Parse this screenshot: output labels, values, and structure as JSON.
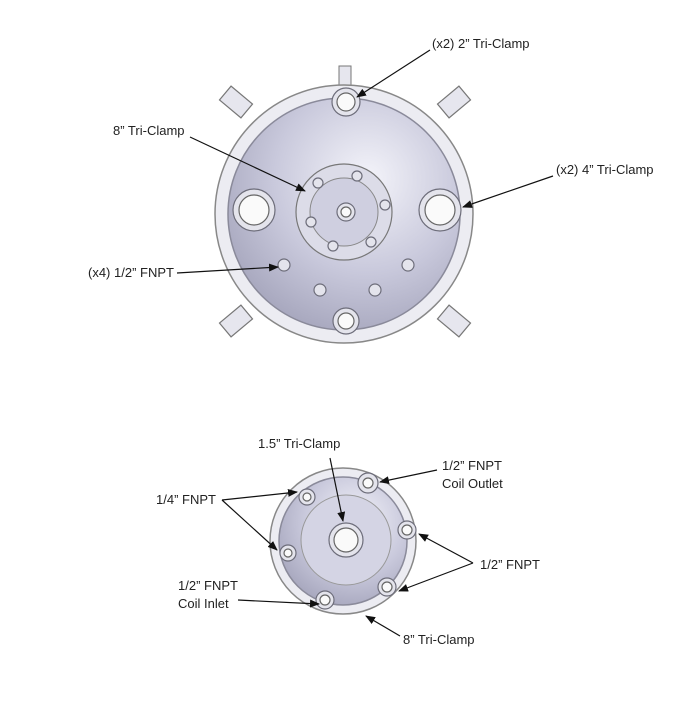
{
  "top_view": {
    "labels": {
      "two_inch_tc": "(x2) 2” Tri-Clamp",
      "eight_inch_tc": "8” Tri-Clamp",
      "four_inch_tc": "(x2) 4” Tri-Clamp",
      "half_fnpt": "(x4) 1/2” FNPT"
    }
  },
  "bottom_view": {
    "labels": {
      "one_half_tc": "1.5” Tri-Clamp",
      "coil_outlet_line1": "1/2” FNPT",
      "coil_outlet_line2": "Coil Outlet",
      "quarter_fnpt": "1/4” FNPT",
      "half_fnpt": "1/2” FNPT",
      "coil_inlet_line1": "1/2” FNPT",
      "coil_inlet_line2": "Coil Inlet",
      "eight_inch_tc": "8” Tri-Clamp"
    }
  }
}
